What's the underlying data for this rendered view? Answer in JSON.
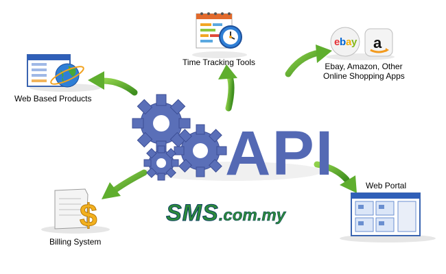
{
  "center": {
    "title": "API"
  },
  "logo": {
    "brand": "SMS",
    "suffix": ".com.my"
  },
  "nodes": {
    "web_based_products": "Web Based Products",
    "time_tracking_tools": "Time Tracking Tools",
    "online_shopping": {
      "line1": "Ebay, Amazon, Other",
      "line2": "Online Shopping Apps"
    },
    "web_portal": "Web Portal",
    "billing_system": "Billing System"
  },
  "icons": {
    "ebay": {
      "e": "e",
      "b": "b",
      "a": "a",
      "y": "y"
    },
    "amazon": {
      "letter": "a"
    }
  },
  "colors": {
    "gear": "#5a6fb8",
    "arrow": "#5fae2e",
    "api_text": "#5469b4",
    "logo_green": "#2d8a3a",
    "logo_outline": "#0b3f5e"
  }
}
